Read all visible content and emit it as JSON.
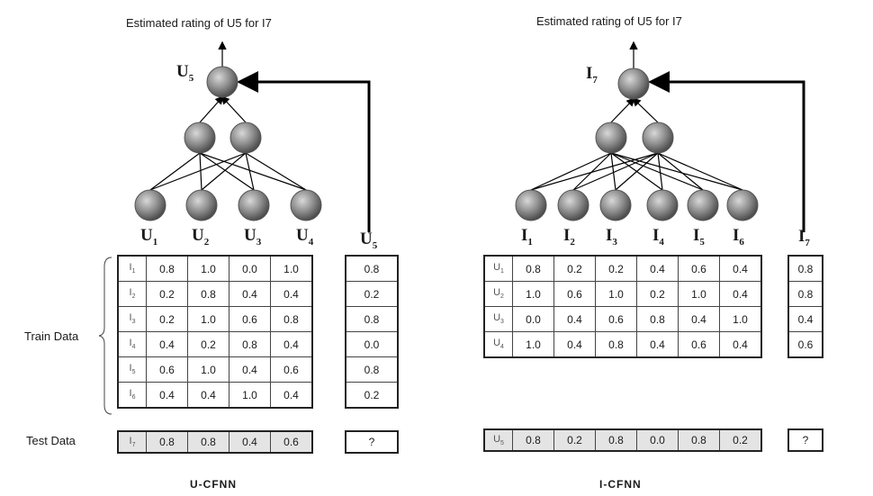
{
  "u_cfnn": {
    "caption": "Estimated rating of U5 for I7",
    "output": {
      "base": "U",
      "sub": "5"
    },
    "inputs": [
      {
        "base": "U",
        "sub": "1"
      },
      {
        "base": "U",
        "sub": "2"
      },
      {
        "base": "U",
        "sub": "3"
      },
      {
        "base": "U",
        "sub": "4"
      }
    ],
    "target": {
      "base": "U",
      "sub": "5"
    },
    "train_rows": [
      {
        "label": "I",
        "sub": "1",
        "values": [
          "0.8",
          "1.0",
          "0.0",
          "1.0"
        ],
        "target": "0.8"
      },
      {
        "label": "I",
        "sub": "2",
        "values": [
          "0.2",
          "0.8",
          "0.4",
          "0.4"
        ],
        "target": "0.2"
      },
      {
        "label": "I",
        "sub": "3",
        "values": [
          "0.2",
          "1.0",
          "0.6",
          "0.8"
        ],
        "target": "0.8"
      },
      {
        "label": "I",
        "sub": "4",
        "values": [
          "0.4",
          "0.2",
          "0.8",
          "0.4"
        ],
        "target": "0.0"
      },
      {
        "label": "I",
        "sub": "5",
        "values": [
          "0.6",
          "1.0",
          "0.4",
          "0.6"
        ],
        "target": "0.8"
      },
      {
        "label": "I",
        "sub": "6",
        "values": [
          "0.4",
          "0.4",
          "1.0",
          "0.4"
        ],
        "target": "0.2"
      }
    ],
    "test_row": {
      "label": "I",
      "sub": "7",
      "values": [
        "0.8",
        "0.8",
        "0.4",
        "0.6"
      ],
      "target": "?"
    },
    "footer": "U-CFNN"
  },
  "i_cfnn": {
    "caption": "Estimated rating of U5 for I7",
    "output": {
      "base": "I",
      "sub": "7"
    },
    "inputs": [
      {
        "base": "I",
        "sub": "1"
      },
      {
        "base": "I",
        "sub": "2"
      },
      {
        "base": "I",
        "sub": "3"
      },
      {
        "base": "I",
        "sub": "4"
      },
      {
        "base": "I",
        "sub": "5"
      },
      {
        "base": "I",
        "sub": "6"
      }
    ],
    "target": {
      "base": "I",
      "sub": "7"
    },
    "train_rows": [
      {
        "label": "U",
        "sub": "1",
        "values": [
          "0.8",
          "0.2",
          "0.2",
          "0.4",
          "0.6",
          "0.4"
        ],
        "target": "0.8"
      },
      {
        "label": "U",
        "sub": "2",
        "values": [
          "1.0",
          "0.6",
          "1.0",
          "0.2",
          "1.0",
          "0.4"
        ],
        "target": "0.8"
      },
      {
        "label": "U",
        "sub": "3",
        "values": [
          "0.0",
          "0.4",
          "0.6",
          "0.8",
          "0.4",
          "1.0"
        ],
        "target": "0.4"
      },
      {
        "label": "U",
        "sub": "4",
        "values": [
          "1.0",
          "0.4",
          "0.8",
          "0.4",
          "0.6",
          "0.4"
        ],
        "target": "0.6"
      }
    ],
    "test_row": {
      "label": "U",
      "sub": "5",
      "values": [
        "0.8",
        "0.2",
        "0.8",
        "0.0",
        "0.8",
        "0.2"
      ],
      "target": "?"
    },
    "footer": "I-CFNN"
  },
  "labels": {
    "train": "Train Data",
    "test": "Test Data"
  },
  "colors": {
    "node_fill": "#9a9a9a",
    "node_edge": "#555555",
    "line": "#000000",
    "test_fill": "#e4e4e4"
  }
}
